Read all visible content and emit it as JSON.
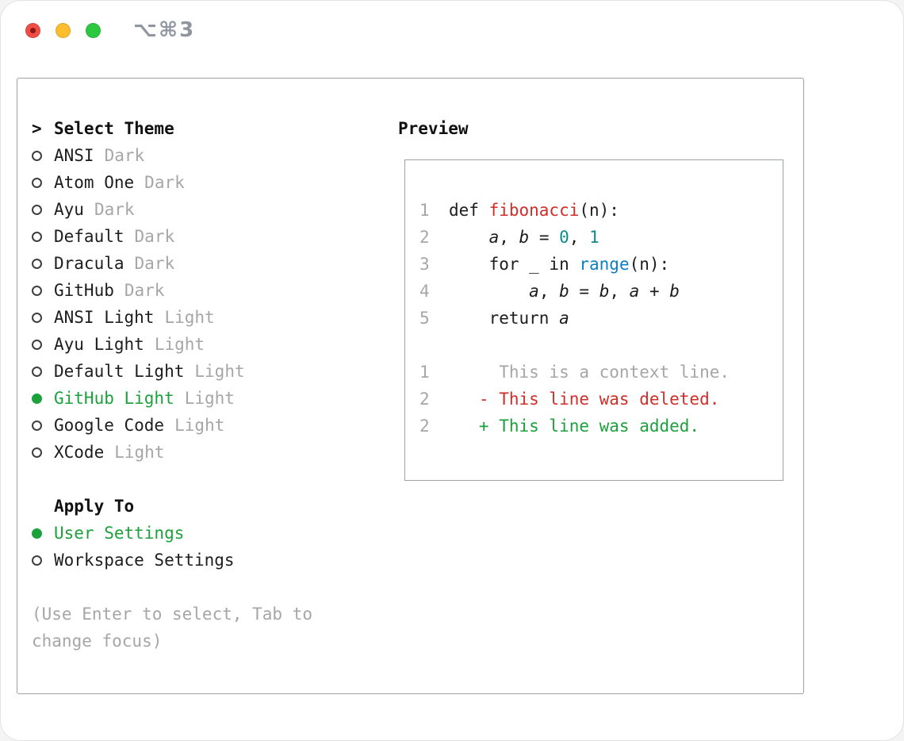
{
  "colors": {
    "green": "#1ca13c",
    "red": "#d02e29",
    "blue": "#0a7fc4",
    "teal": "#0e8c8c",
    "gray": "#a6a6a6",
    "text": "#1d1d1f",
    "border": "#9aa1a8"
  },
  "window": {
    "title": "⌥⌘3",
    "buttons": [
      "close",
      "minimize",
      "zoom"
    ]
  },
  "theme_selector": {
    "heading_prefix": ">",
    "heading": "Select Theme",
    "themes": [
      {
        "name": "ANSI",
        "variant": "Dark",
        "selected": false
      },
      {
        "name": "Atom One",
        "variant": "Dark",
        "selected": false
      },
      {
        "name": "Ayu",
        "variant": "Dark",
        "selected": false
      },
      {
        "name": "Default",
        "variant": "Dark",
        "selected": false
      },
      {
        "name": "Dracula",
        "variant": "Dark",
        "selected": false
      },
      {
        "name": "GitHub",
        "variant": "Dark",
        "selected": false
      },
      {
        "name": "ANSI Light",
        "variant": "Light",
        "selected": false
      },
      {
        "name": "Ayu Light",
        "variant": "Light",
        "selected": false
      },
      {
        "name": "Default Light",
        "variant": "Light",
        "selected": false
      },
      {
        "name": "GitHub Light",
        "variant": "Light",
        "selected": true
      },
      {
        "name": "Google Code",
        "variant": "Light",
        "selected": false
      },
      {
        "name": "XCode",
        "variant": "Light",
        "selected": false
      }
    ],
    "apply_to": {
      "heading": "Apply To",
      "options": [
        {
          "label": "User Settings",
          "selected": true
        },
        {
          "label": "Workspace Settings",
          "selected": false
        }
      ]
    },
    "hint": "(Use Enter to select, Tab to change focus)"
  },
  "preview": {
    "heading": "Preview",
    "code_lines": [
      {
        "number": "1",
        "tokens": [
          {
            "text": "def ",
            "style": "plain"
          },
          {
            "text": "fibonacci",
            "style": "func"
          },
          {
            "text": "(n):",
            "style": "plain"
          }
        ]
      },
      {
        "number": "2",
        "tokens": [
          {
            "text": "    ",
            "style": "plain"
          },
          {
            "text": "a",
            "style": "var"
          },
          {
            "text": ", ",
            "style": "plain"
          },
          {
            "text": "b",
            "style": "var"
          },
          {
            "text": " = ",
            "style": "plain"
          },
          {
            "text": "0",
            "style": "num"
          },
          {
            "text": ", ",
            "style": "plain"
          },
          {
            "text": "1",
            "style": "num"
          }
        ]
      },
      {
        "number": "3",
        "tokens": [
          {
            "text": "    for _ in ",
            "style": "plain"
          },
          {
            "text": "range",
            "style": "builtin"
          },
          {
            "text": "(n):",
            "style": "plain"
          }
        ]
      },
      {
        "number": "4",
        "tokens": [
          {
            "text": "        ",
            "style": "plain"
          },
          {
            "text": "a",
            "style": "var"
          },
          {
            "text": ", ",
            "style": "plain"
          },
          {
            "text": "b",
            "style": "var"
          },
          {
            "text": " = ",
            "style": "plain"
          },
          {
            "text": "b",
            "style": "var"
          },
          {
            "text": ", ",
            "style": "plain"
          },
          {
            "text": "a",
            "style": "var"
          },
          {
            "text": " + ",
            "style": "plain"
          },
          {
            "text": "b",
            "style": "var"
          }
        ]
      },
      {
        "number": "5",
        "tokens": [
          {
            "text": "    return ",
            "style": "plain"
          },
          {
            "text": "a",
            "style": "var"
          }
        ]
      }
    ],
    "diff_lines": [
      {
        "number": "1",
        "text": "     This is a context line.",
        "style": "context"
      },
      {
        "number": "2",
        "text": "   - This line was deleted.",
        "style": "deleted"
      },
      {
        "number": "2",
        "text": "   + This line was added.",
        "style": "added"
      }
    ]
  }
}
